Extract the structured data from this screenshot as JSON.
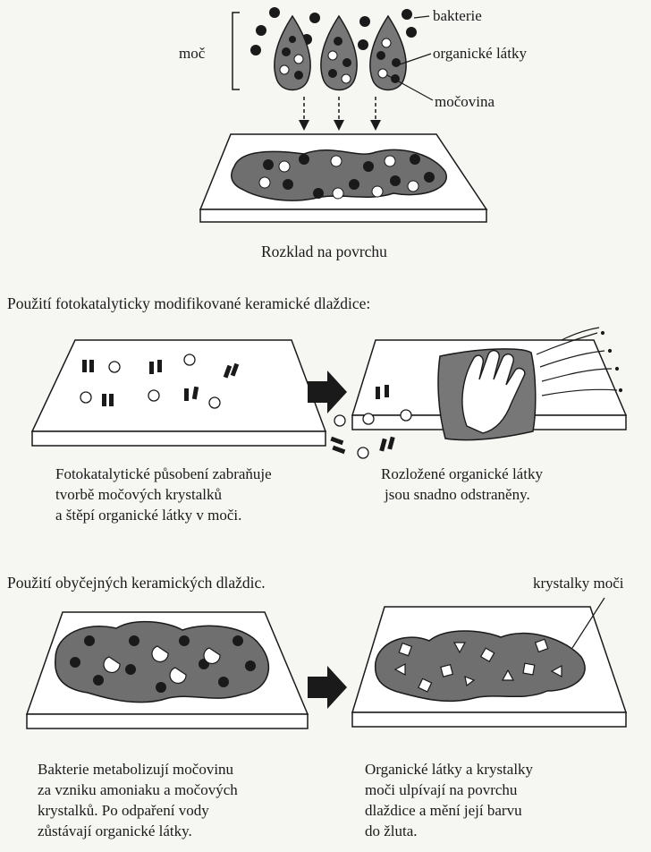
{
  "top": {
    "moc_label": "moč",
    "legend": {
      "bacteria": "bakterie",
      "organic": "organické látky",
      "urea": "močovina"
    },
    "caption": "Rozklad na povrchu"
  },
  "photocatalytic": {
    "heading": "Použití fotokatalyticky modifikované keramické dlaždice:",
    "left_caption": [
      "Fotokatalytické působení zabraňuje",
      "tvorbě močových krystalků",
      "a štěpí organické látky v moči."
    ],
    "right_caption": [
      "Rozložené organické látky",
      "jsou snadno odstraněny."
    ]
  },
  "ordinary": {
    "heading": "Použití obyčejných keramických dlaždic.",
    "crystals_label": "krystalky moči",
    "left_caption": [
      "Bakterie metabolizují močovinu",
      "za vzniku amoniaku a močových",
      "krystalků. Po odpaření vody",
      "zůstávají organické látky."
    ],
    "right_caption": [
      "Organické látky a krystalky",
      "moči ulpívají na povrchu",
      "dlaždice a mění její barvu",
      "do žluta."
    ]
  },
  "colors": {
    "ink": "#1a1a1a",
    "stain": "#6f6f6f",
    "tile": "#ffffff",
    "background": "#f6f6f2"
  }
}
